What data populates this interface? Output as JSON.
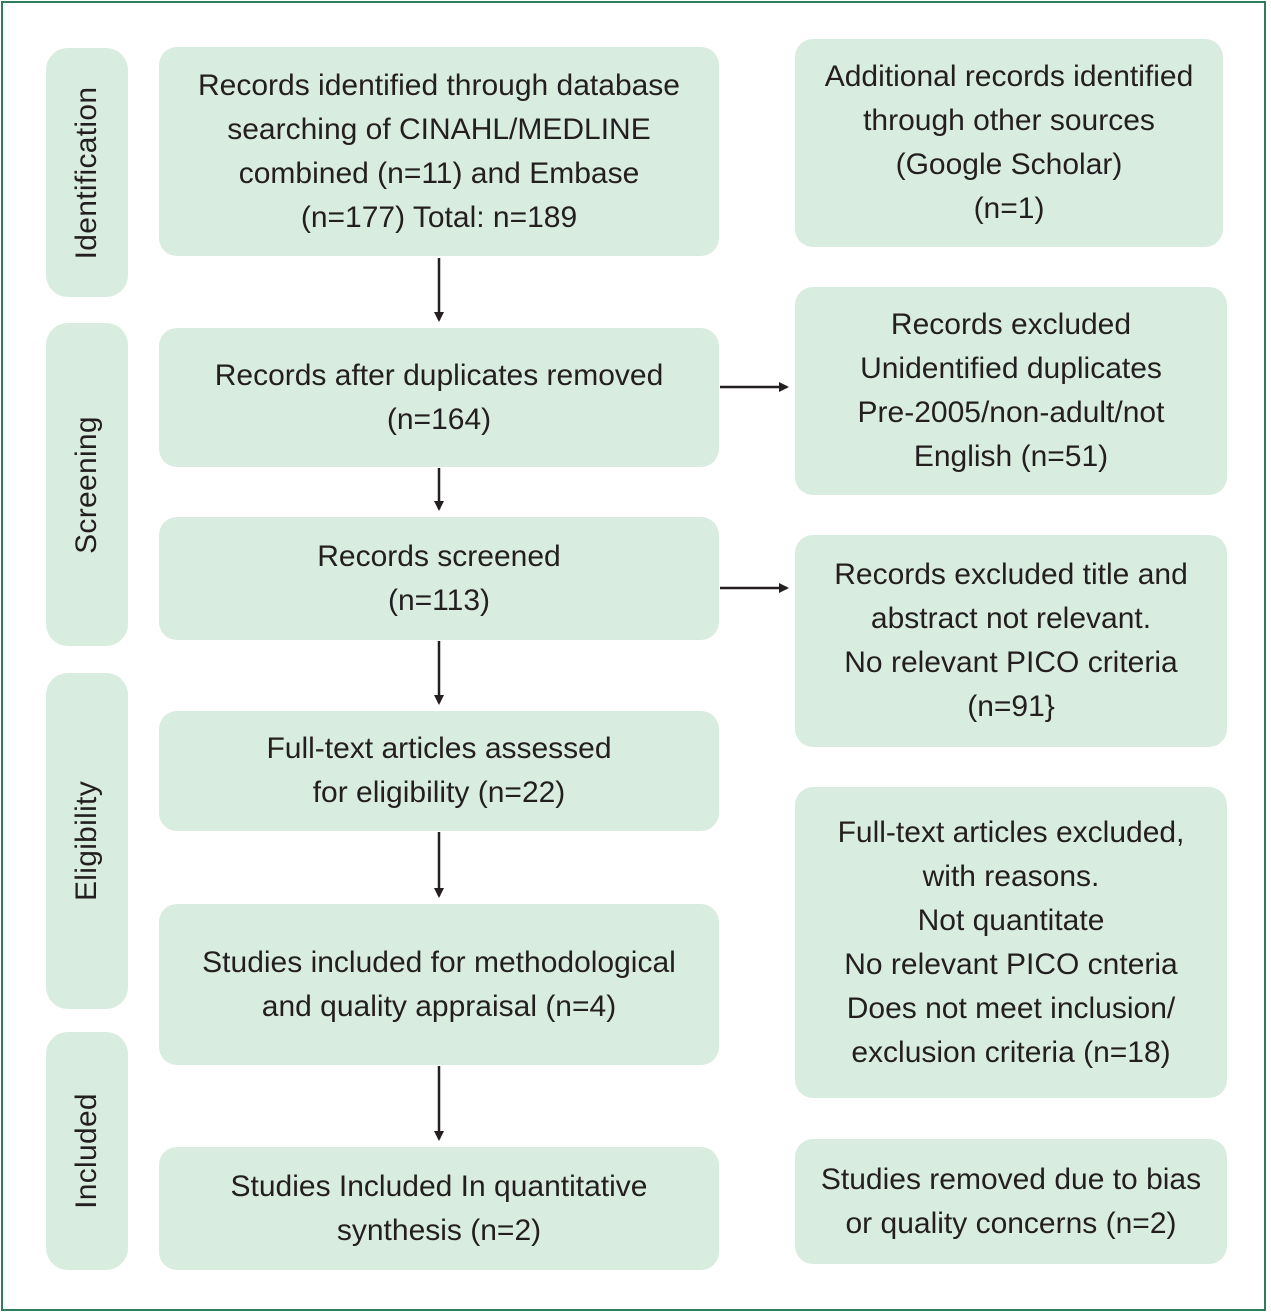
{
  "stages": [
    {
      "id": "identification",
      "label": "Identification"
    },
    {
      "id": "screening",
      "label": "Screening"
    },
    {
      "id": "eligibility",
      "label": "Eligibility"
    },
    {
      "id": "included",
      "label": "Included"
    }
  ],
  "main_boxes": {
    "identified": [
      "Records identified through database",
      "searching of CINAHL/MEDLINE",
      "combined (n=11) and Embase",
      "(n=177) Total: n=189"
    ],
    "after_duplicates": [
      "Records after duplicates removed",
      "(n=164)"
    ],
    "screened": [
      "Records screened",
      "(n=113)"
    ],
    "full_text": [
      "Full-text articles assessed",
      "for eligibility (n=22)"
    ],
    "methodological": [
      "Studies included for methodological",
      "and quality appraisal (n=4)"
    ],
    "quantitative": [
      "Studies Included In quantitative",
      "synthesis (n=2)"
    ]
  },
  "side_boxes": {
    "additional": [
      "Additional records identified",
      "through other sources",
      "(Google Scholar)",
      "(n=1)"
    ],
    "excluded_duplicates": [
      "Records excluded",
      "Unidentified duplicates",
      "Pre-2005/non-adult/not",
      "English (n=51)"
    ],
    "excluded_title": [
      "Records excluded title and",
      "abstract not relevant.",
      "No relevant PICO criteria",
      "(n=91}"
    ],
    "excluded_full_text": [
      "Full-text articles excluded,",
      "with reasons.",
      "Not quantitate",
      "No relevant PICO cnteria",
      "Does not meet inclusion/",
      "exclusion criteria (n=18)"
    ],
    "removed_bias": [
      "Studies removed due to bias",
      "or quality concerns (n=2)"
    ]
  }
}
